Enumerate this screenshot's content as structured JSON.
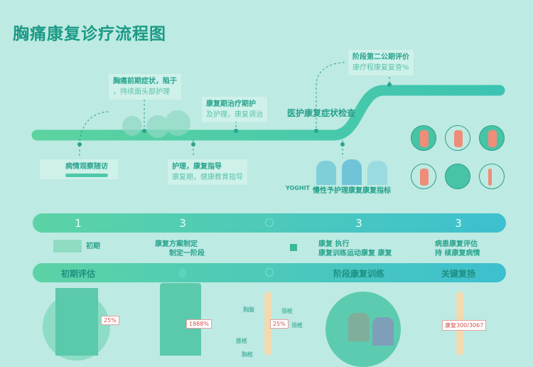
{
  "title": "胸痛康复诊疗流程图",
  "timeline_notes": [
    {
      "l1": "胸痛前期症状，陷于",
      "l2": "，持续面头部护理"
    },
    {
      "l1": "康复期治疗期护",
      "l2": "及护理，康复调治"
    },
    {
      "l1": "病情观察随访",
      "l2": ""
    },
    {
      "l1": "护理，康复指导",
      "l2": "康复期，健康教育指导"
    },
    {
      "l1": "阶段第二公期评价",
      "l2": "康疗程康复复查%"
    },
    {
      "l1": "医护康复症状检查",
      "l2": ""
    },
    {
      "l1": "YOGHIT",
      "l2": "慢性予护理康复康复指标"
    }
  ],
  "step_numbers": [
    "1",
    "3",
    "3",
    "3"
  ],
  "step_details": [
    {
      "l1": "初期",
      "l2": ""
    },
    {
      "l1": "康复方案制定",
      "l2": "制定一阶段"
    },
    {
      "l1": "康复 执行",
      "l2": "康复训练运动康复 康复"
    },
    {
      "l1": "病患康复评估",
      "l2": "持 续康复病情"
    }
  ],
  "phase_labels": [
    "初期评估",
    "阶段康复训练",
    "关键复扬"
  ],
  "percent_labels": [
    "25%",
    "1888%",
    "25%",
    "康复300/3067"
  ],
  "anatomy_labels": [
    "胸腹",
    "腰椎",
    "颈椎",
    "颈椎",
    "胸椎"
  ],
  "colors": {
    "accent": "#1b9a86",
    "bar_start": "#5cd3a5",
    "bar_end": "#3dc0cf",
    "organ": "#ef8d78"
  }
}
